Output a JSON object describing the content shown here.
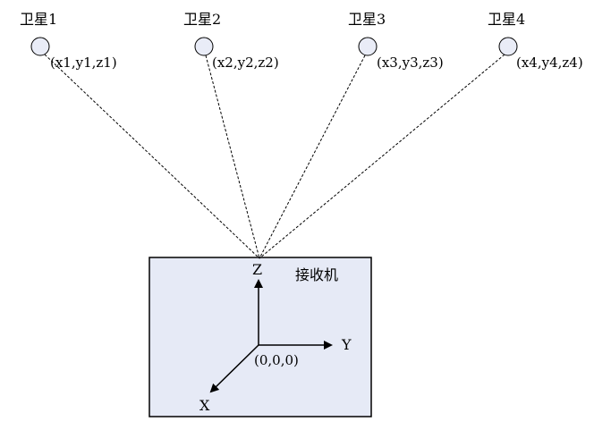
{
  "satellites": [
    {
      "name": "卫星1",
      "coord": "(x1,y1,z1)"
    },
    {
      "name": "卫星2",
      "coord": "(x2,y2,z2)"
    },
    {
      "name": "卫星3",
      "coord": "(x3,y3,z3)"
    },
    {
      "name": "卫星4",
      "coord": "(x4,y4,z4)"
    }
  ],
  "receiver": {
    "label": "接收机",
    "origin": "(0,0,0)",
    "axes": {
      "z": "Z",
      "y": "Y",
      "x": "X"
    }
  },
  "colors": {
    "satellite_fill": "#e9ecf7",
    "receiver_fill": "#e6eaf6",
    "stroke": "#000000"
  }
}
